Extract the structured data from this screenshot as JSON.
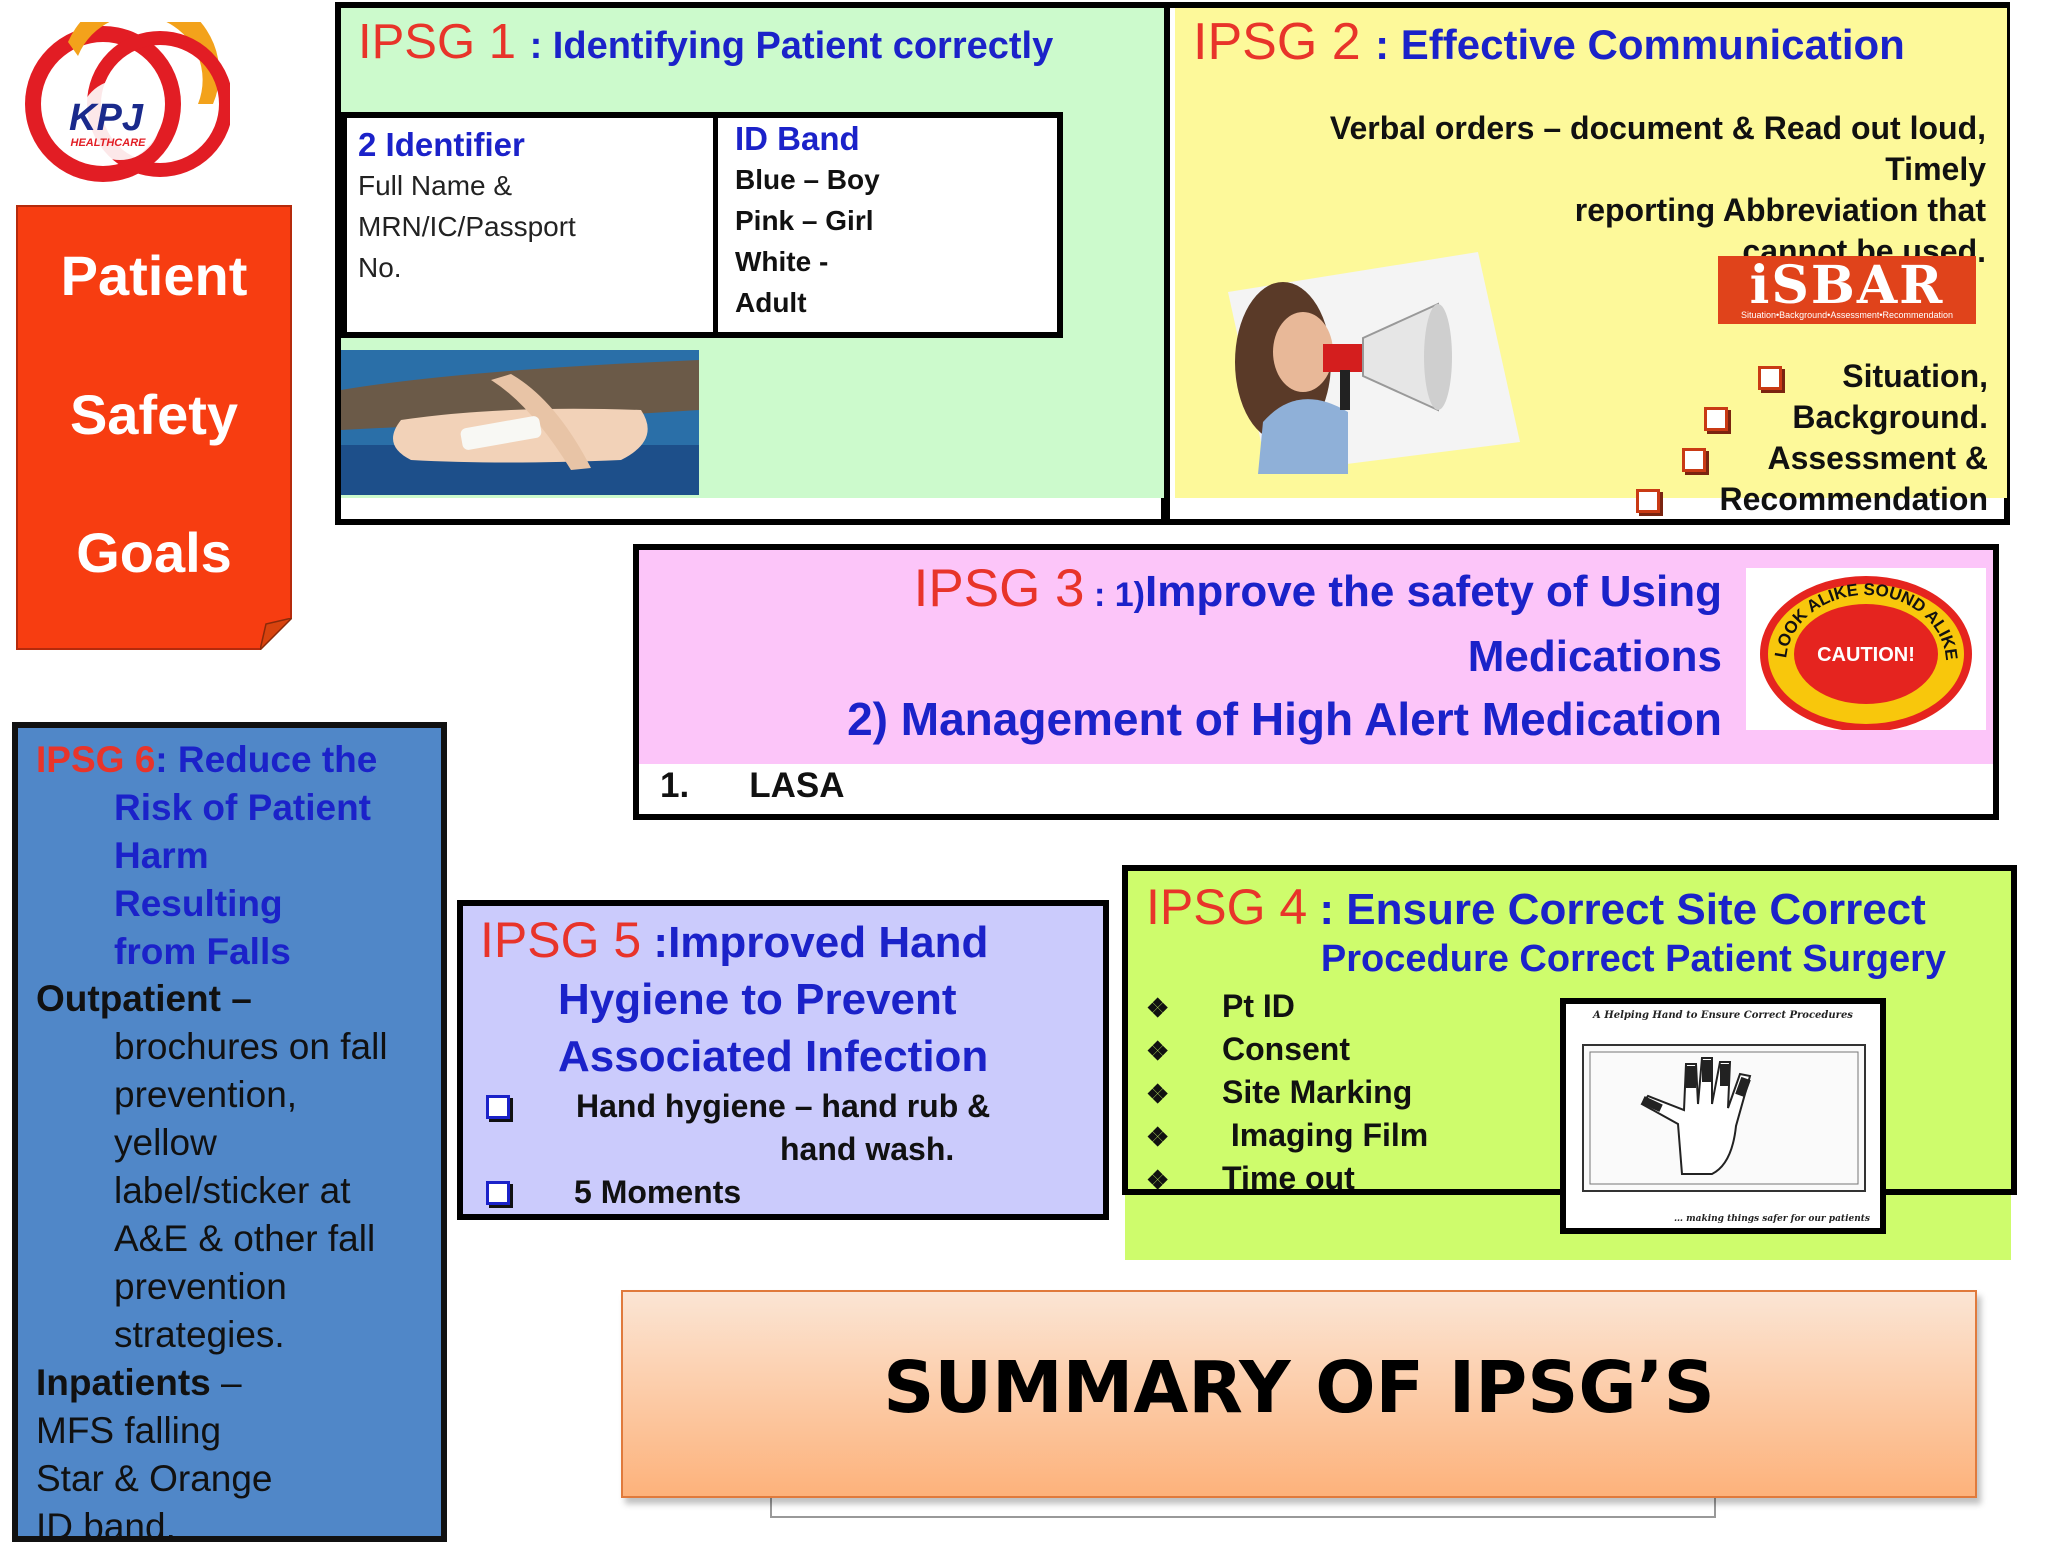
{
  "logo": {
    "brand": "KPJ",
    "sub": "HEALTHCARE"
  },
  "sign": {
    "line1": "Patient",
    "line2": "Safety",
    "line3": "Goals"
  },
  "ipsg1": {
    "label": "IPSG 1",
    "title": ": Identifying Patient correctly",
    "identifier_heading": "2 Identifier",
    "identifier_lines": [
      "Full Name &",
      "MRN/IC/Passport",
      "No."
    ],
    "band_heading": "ID Band",
    "band_lines": [
      "Blue – Boy",
      "Pink – Girl",
      "White -",
      "Adult"
    ]
  },
  "ipsg2": {
    "label": "IPSG 2",
    "title": ": Effective Communication",
    "body_lines": [
      "Verbal orders – document  & Read out loud,",
      "Timely",
      "reporting  Abbreviation that",
      "cannot be used."
    ],
    "sbar_logo": "iSBAR",
    "sbar_sub": "Situation•Background•Assessment•Recommendation",
    "sbar_items": [
      "Situation,",
      "Background.",
      "Assessment &",
      "Recommendation"
    ]
  },
  "ipsg3": {
    "label": "IPSG 3",
    "colon": " : ",
    "num1": "1)",
    "title_a": "Improve the safety of Using",
    "title_b": "Medications",
    "title_c": "2) Management of High Alert Medication",
    "list_num": "1.",
    "list_item": "LASA",
    "badge_ring": "LOOK ALIKE SOUND ALIKE DRUG",
    "badge_center": "CAUTION!"
  },
  "ipsg6": {
    "label": "IPSG 6",
    "title_first": ": Reduce the",
    "title_lines": [
      "Risk  of Patient",
      "Harm",
      "Resulting",
      "from Falls"
    ],
    "outpatient_heading": "Outpatient –",
    "outpatient_lines": [
      "brochures  on fall",
      "prevention,",
      "yellow",
      "label/sticker at",
      "A&E & other fall",
      "prevention",
      "strategies."
    ],
    "inpatient_heading": "Inpatients",
    "inpatient_dash": " –",
    "inpatient_lines": [
      "MFS  falling",
      "Star &  Orange",
      "ID band."
    ]
  },
  "ipsg5": {
    "label": "IPSG 5",
    "title_first": " :Improved Hand",
    "title_lines": [
      "Hygiene  to Prevent",
      "Associated  Infection"
    ],
    "item1_a": "Hand hygiene – hand rub &",
    "item1_b": "hand wash.",
    "item2": "5 Moments"
  },
  "ipsg4": {
    "label": "IPSG 4",
    "title": " : Ensure Correct Site Correct",
    "title2": "Procedure Correct Patient Surgery",
    "items": [
      "Pt ID",
      "Consent",
      "Site Marking",
      " Imaging Film",
      "Time out"
    ],
    "poster_title": "A Helping Hand to Ensure Correct Procedures",
    "poster_footer": "… making things safer for our patients"
  },
  "summary": {
    "title": "SUMMARY OF IPSG’S"
  },
  "colors": {
    "ipsg_red": "#e8342a",
    "title_blue": "#1b22c9",
    "ipsg1_bg": "#ccfacc",
    "ipsg2_bg": "#fdf99a",
    "ipsg3_bg": "#fcc5f9",
    "ipsg4_bg": "#cefc6c",
    "ipsg5_bg": "#cbcbfc",
    "ipsg6_bg": "#5087c8",
    "sign_bg": "#f73d11"
  }
}
